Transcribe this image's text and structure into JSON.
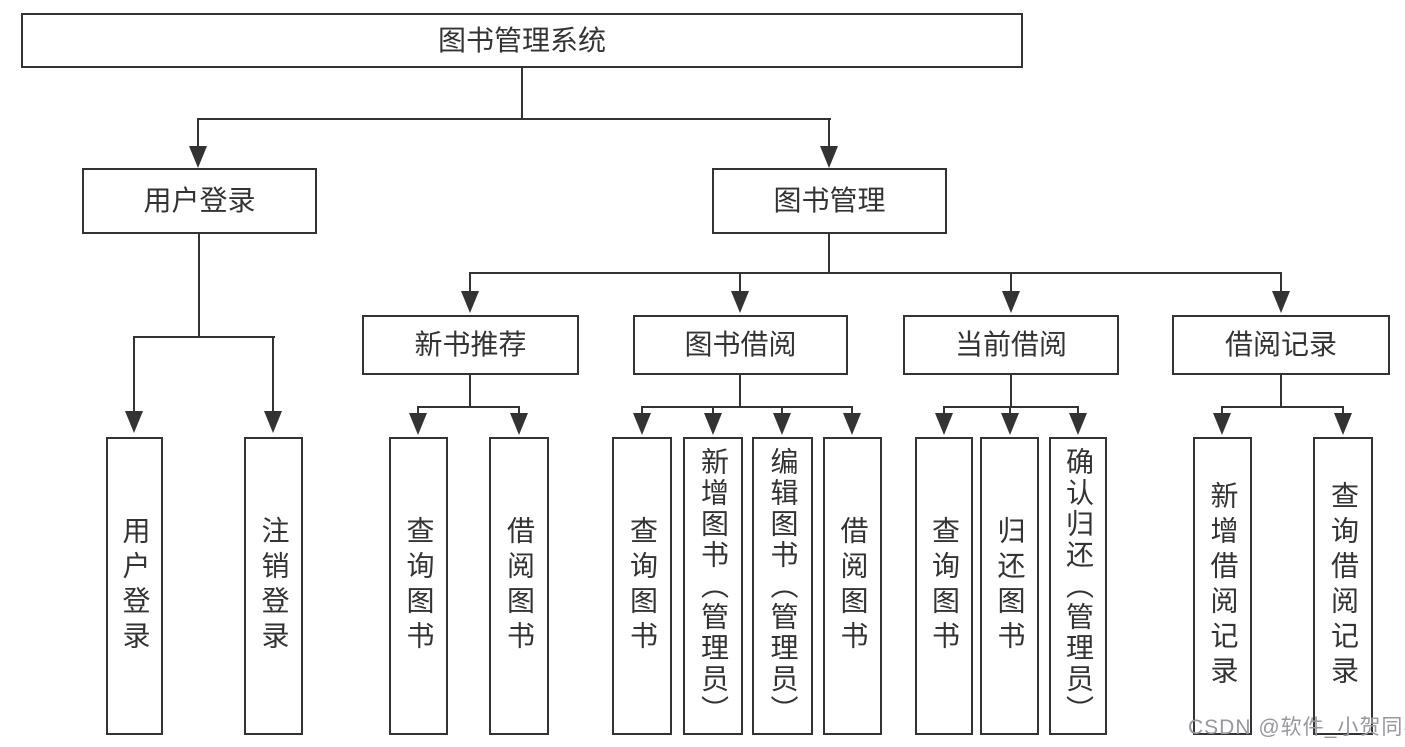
{
  "diagram": {
    "root": {
      "label": "图书管理系统"
    },
    "level2": [
      {
        "label": "用户登录"
      },
      {
        "label": "图书管理"
      }
    ],
    "level3": [
      {
        "label": "新书推荐",
        "parent": "图书管理"
      },
      {
        "label": "图书借阅",
        "parent": "图书管理"
      },
      {
        "label": "当前借阅",
        "parent": "图书管理"
      },
      {
        "label": "借阅记录",
        "parent": "图书管理"
      }
    ],
    "leaves": [
      {
        "label": "用户登录",
        "parent": "用户登录"
      },
      {
        "label": "注销登录",
        "parent": "用户登录"
      },
      {
        "label": "查询图书",
        "parent": "新书推荐"
      },
      {
        "label": "借阅图书",
        "parent": "新书推荐"
      },
      {
        "label": "查询图书",
        "parent": "图书借阅"
      },
      {
        "label": "新增图书（管理员）",
        "parent": "图书借阅"
      },
      {
        "label": "编辑图书（管理员）",
        "parent": "图书借阅"
      },
      {
        "label": "借阅图书",
        "parent": "图书借阅"
      },
      {
        "label": "查询图书",
        "parent": "当前借阅"
      },
      {
        "label": "归还图书",
        "parent": "当前借阅"
      },
      {
        "label": "确认归还（管理员）",
        "parent": "当前借阅"
      },
      {
        "label": "新增借阅记录",
        "parent": "借阅记录"
      },
      {
        "label": "查询借阅记录",
        "parent": "借阅记录"
      }
    ]
  },
  "watermark": {
    "text": "CSDN @软件_小贺同学"
  },
  "colors": {
    "line": "#333333",
    "text": "#333333",
    "background": "#ffffff",
    "watermark": "#9797a0"
  }
}
